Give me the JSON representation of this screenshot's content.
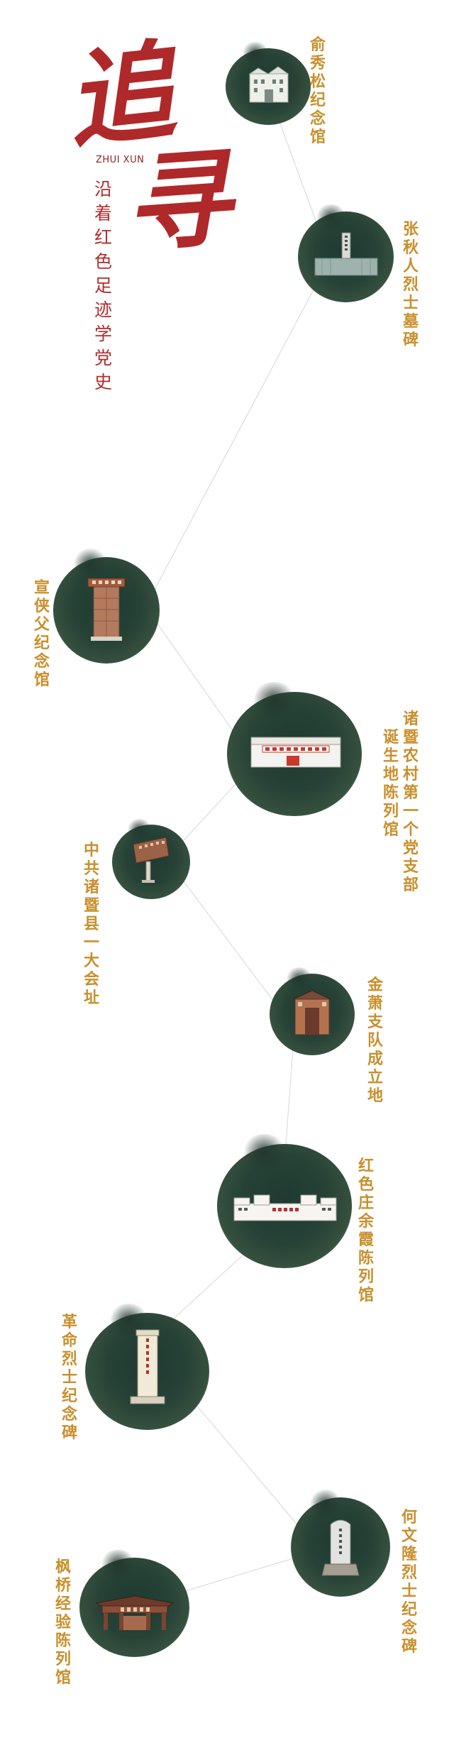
{
  "title": {
    "char1": "追",
    "char2": "寻",
    "pinyin": "ZHUI XUN",
    "subtitle": "沿着红色足迹学党史"
  },
  "stations": [
    {
      "name": "俞秀松纪念馆"
    },
    {
      "name": "张秋人烈士墓碑"
    },
    {
      "name": "宣侠父纪念馆"
    },
    {
      "name": "诸暨农村第一个党支部诞生地陈列馆"
    },
    {
      "name": "中共诸暨县一大会址"
    },
    {
      "name": "金萧支队成立地"
    },
    {
      "name": "红色庄余霞陈列馆"
    },
    {
      "name": "革命烈士纪念碑"
    },
    {
      "name": "何文隆烈士纪念碑"
    },
    {
      "name": "枫桥经验陈列馆"
    }
  ],
  "colors": {
    "title_red": "#b0292a",
    "label_gold": "#c98f2c",
    "ink_green": "#264236"
  }
}
